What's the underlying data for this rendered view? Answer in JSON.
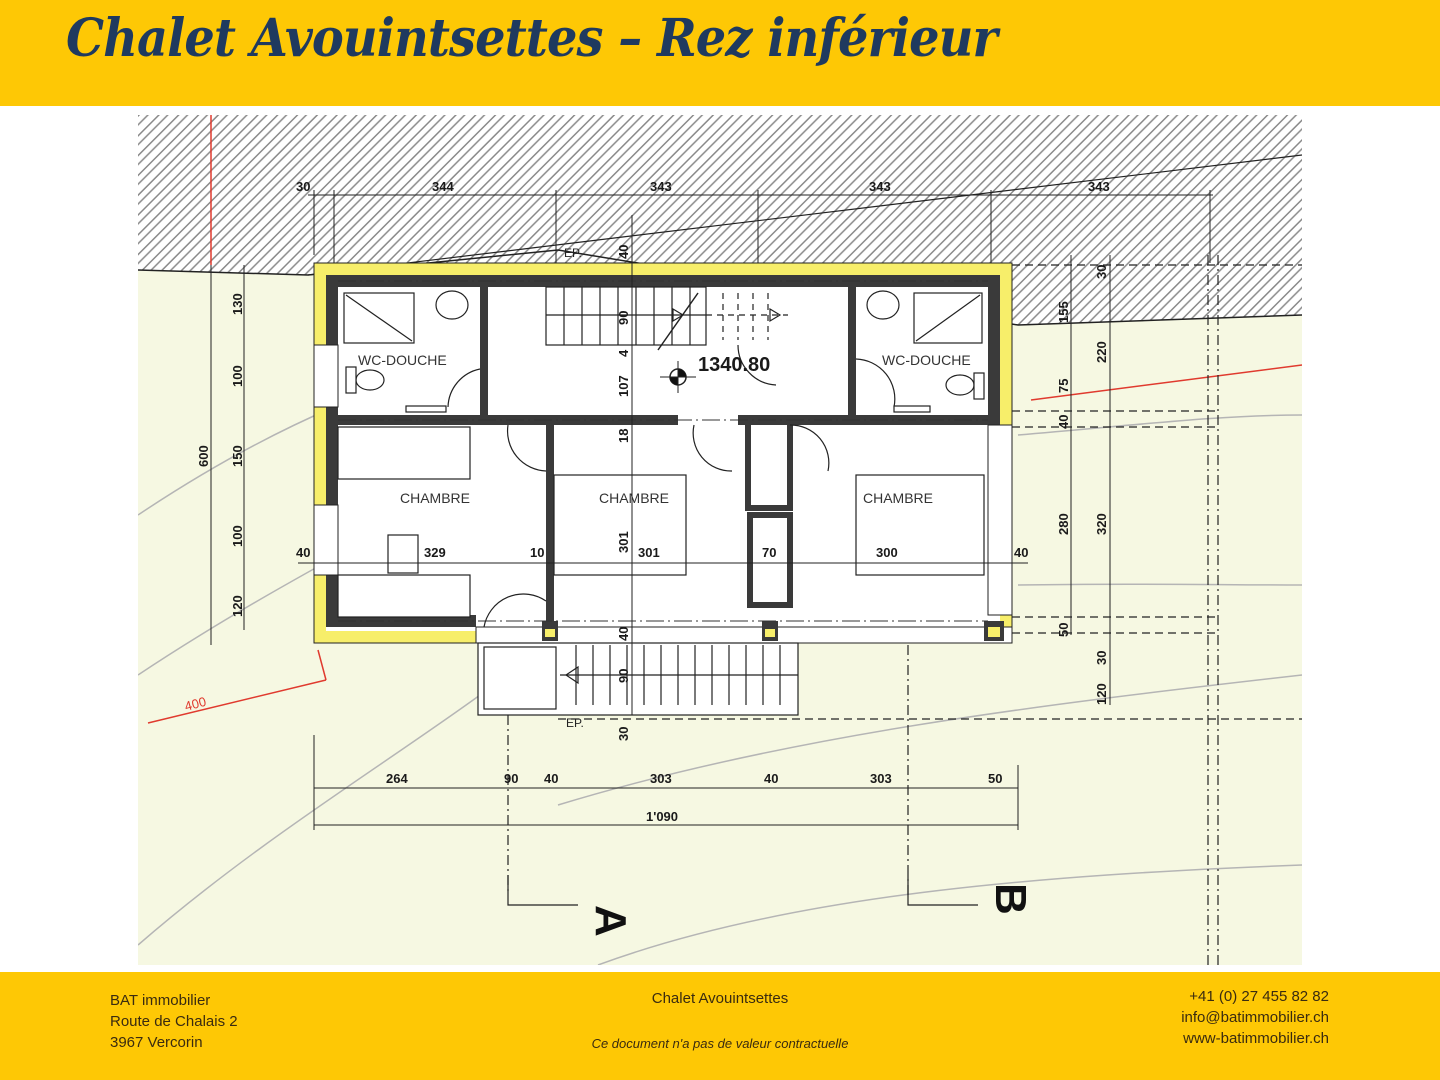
{
  "header": {
    "title": "Chalet Avouintsettes – Rez inférieur",
    "background_color": "#fec805",
    "title_color": "#1f3a5f"
  },
  "plan": {
    "rooms": {
      "wc_left": "WC-DOUCHE",
      "wc_right": "WC-DOUCHE",
      "chambre_1": "CHAMBRE",
      "chambre_2": "CHAMBRE",
      "chambre_3": "CHAMBRE"
    },
    "elevation_mark": "1340.80",
    "section_labels": {
      "a": "A",
      "b": "B"
    },
    "ep_labels": {
      "top": "EP.",
      "bottom": "EP."
    },
    "red_dimension": "400",
    "dims_top": [
      "30",
      "344",
      "343",
      "343",
      "343"
    ],
    "dims_bottom": [
      "264",
      "90",
      "40",
      "303",
      "40",
      "303",
      "50"
    ],
    "dim_total_bottom": "1'090",
    "dims_left_outer": [
      "600"
    ],
    "dims_left_inner": [
      "130",
      "100",
      "150",
      "100",
      "120"
    ],
    "dims_inner_horizontal": [
      "40",
      "329",
      "10",
      "301",
      "70",
      "300",
      "40"
    ],
    "dims_center_vertical": [
      "40",
      "90",
      "4",
      "107",
      "18",
      "301",
      "40",
      "90",
      "30"
    ],
    "dims_right_a": [
      "155",
      "75",
      "40",
      "280",
      "50"
    ],
    "dims_right_b": [
      "30",
      "220",
      "320",
      "30",
      "120"
    ],
    "colors": {
      "ground": "#f6f8e2",
      "wall_insulation": "#f7ee6a",
      "wall": "#3a3a3a",
      "hatch": "#8a8a8a",
      "red_line": "#e03a2e"
    }
  },
  "footer": {
    "company": "BAT immobilier",
    "street": "Route de Chalais 2",
    "city": "3967 Vercorin",
    "project": "Chalet Avouintsettes",
    "disclaimer": "Ce document n'a pas de valeur contractuelle",
    "phone": "+41 (0) 27 455 82 82",
    "email": "info@batimmobilier.ch",
    "website": "www-batimmobilier.ch"
  }
}
